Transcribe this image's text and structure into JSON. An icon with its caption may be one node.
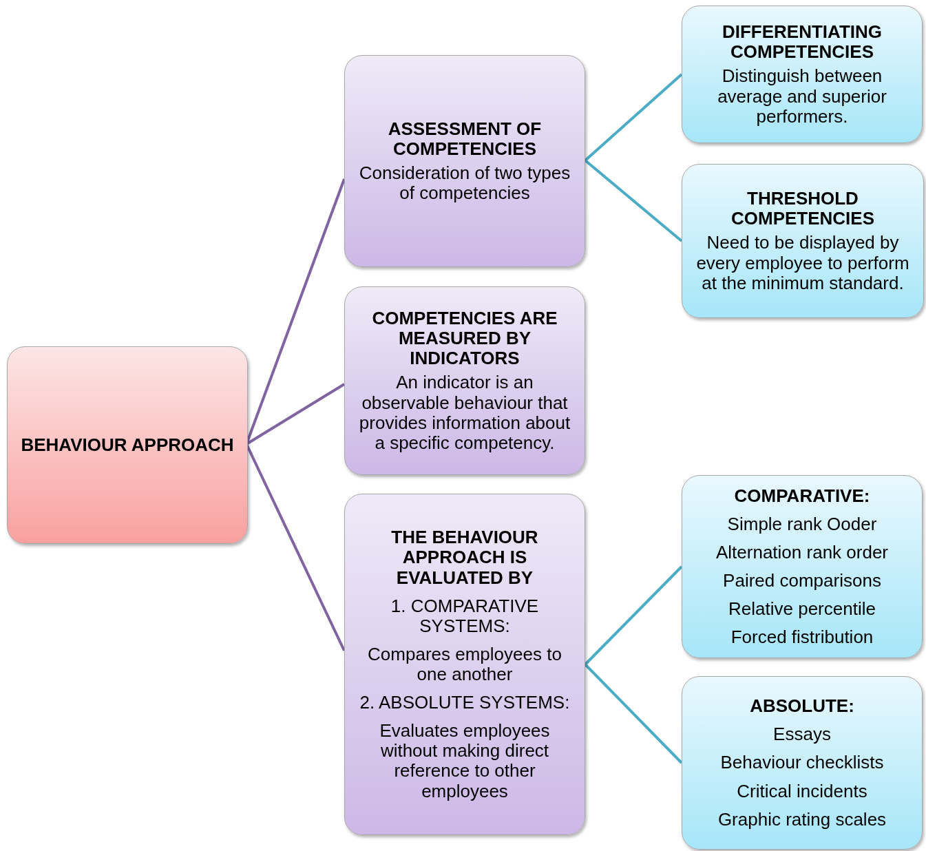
{
  "diagram": {
    "nodes": [
      {
        "text": [
          "BEHAVIOUR APPROACH"
        ]
      },
      {
        "text": [
          "ASSESSMENT OF COMPETENCIES",
          "Consideration of two types of competencies"
        ]
      },
      {
        "text": [
          "COMPETENCIES ARE MEASURED BY INDICATORS",
          "An indicator is an observable behaviour that provides information about a specific competency."
        ]
      },
      {
        "text": [
          "THE BEHAVIOUR APPROACH IS EVALUATED BY",
          "1. COMPARATIVE SYSTEMS:",
          "Compares employees to one another",
          "2. ABSOLUTE SYSTEMS:",
          "Evaluates employees without making direct reference to other employees"
        ]
      },
      {
        "text": [
          "DIFFERENTIATING COMPETENCIES",
          "Distinguish between average and superior performers."
        ]
      },
      {
        "text": [
          "THRESHOLD COMPETENCIES",
          "Need to be displayed by every employee to perform at the minimum standard."
        ]
      },
      {
        "text": [
          "COMPARATIVE:",
          "Simple rank Ooder",
          "Alternation rank order",
          "Paired comparisons",
          "Relative percentile",
          "Forced fistribution"
        ]
      },
      {
        "text": [
          "ABSOLUTE:",
          "Essays",
          "Behaviour checklists",
          "Critical incidents",
          "Graphic rating scales"
        ]
      }
    ],
    "edges": [
      {
        "from": 0,
        "to": 1,
        "arrow": "none",
        "color": "#8064a2"
      },
      {
        "from": 0,
        "to": 2,
        "arrow": "none",
        "color": "#8064a2"
      },
      {
        "from": 0,
        "to": 3,
        "arrow": "none",
        "color": "#8064a2"
      },
      {
        "from": 1,
        "to": 4,
        "arrow": "none"
      },
      {
        "from": 1,
        "to": 5,
        "arrow": "none"
      },
      {
        "from": 3,
        "to": 6,
        "arrow": "none"
      },
      {
        "from": 3,
        "to": 7,
        "arrow": "none"
      }
    ]
  }
}
